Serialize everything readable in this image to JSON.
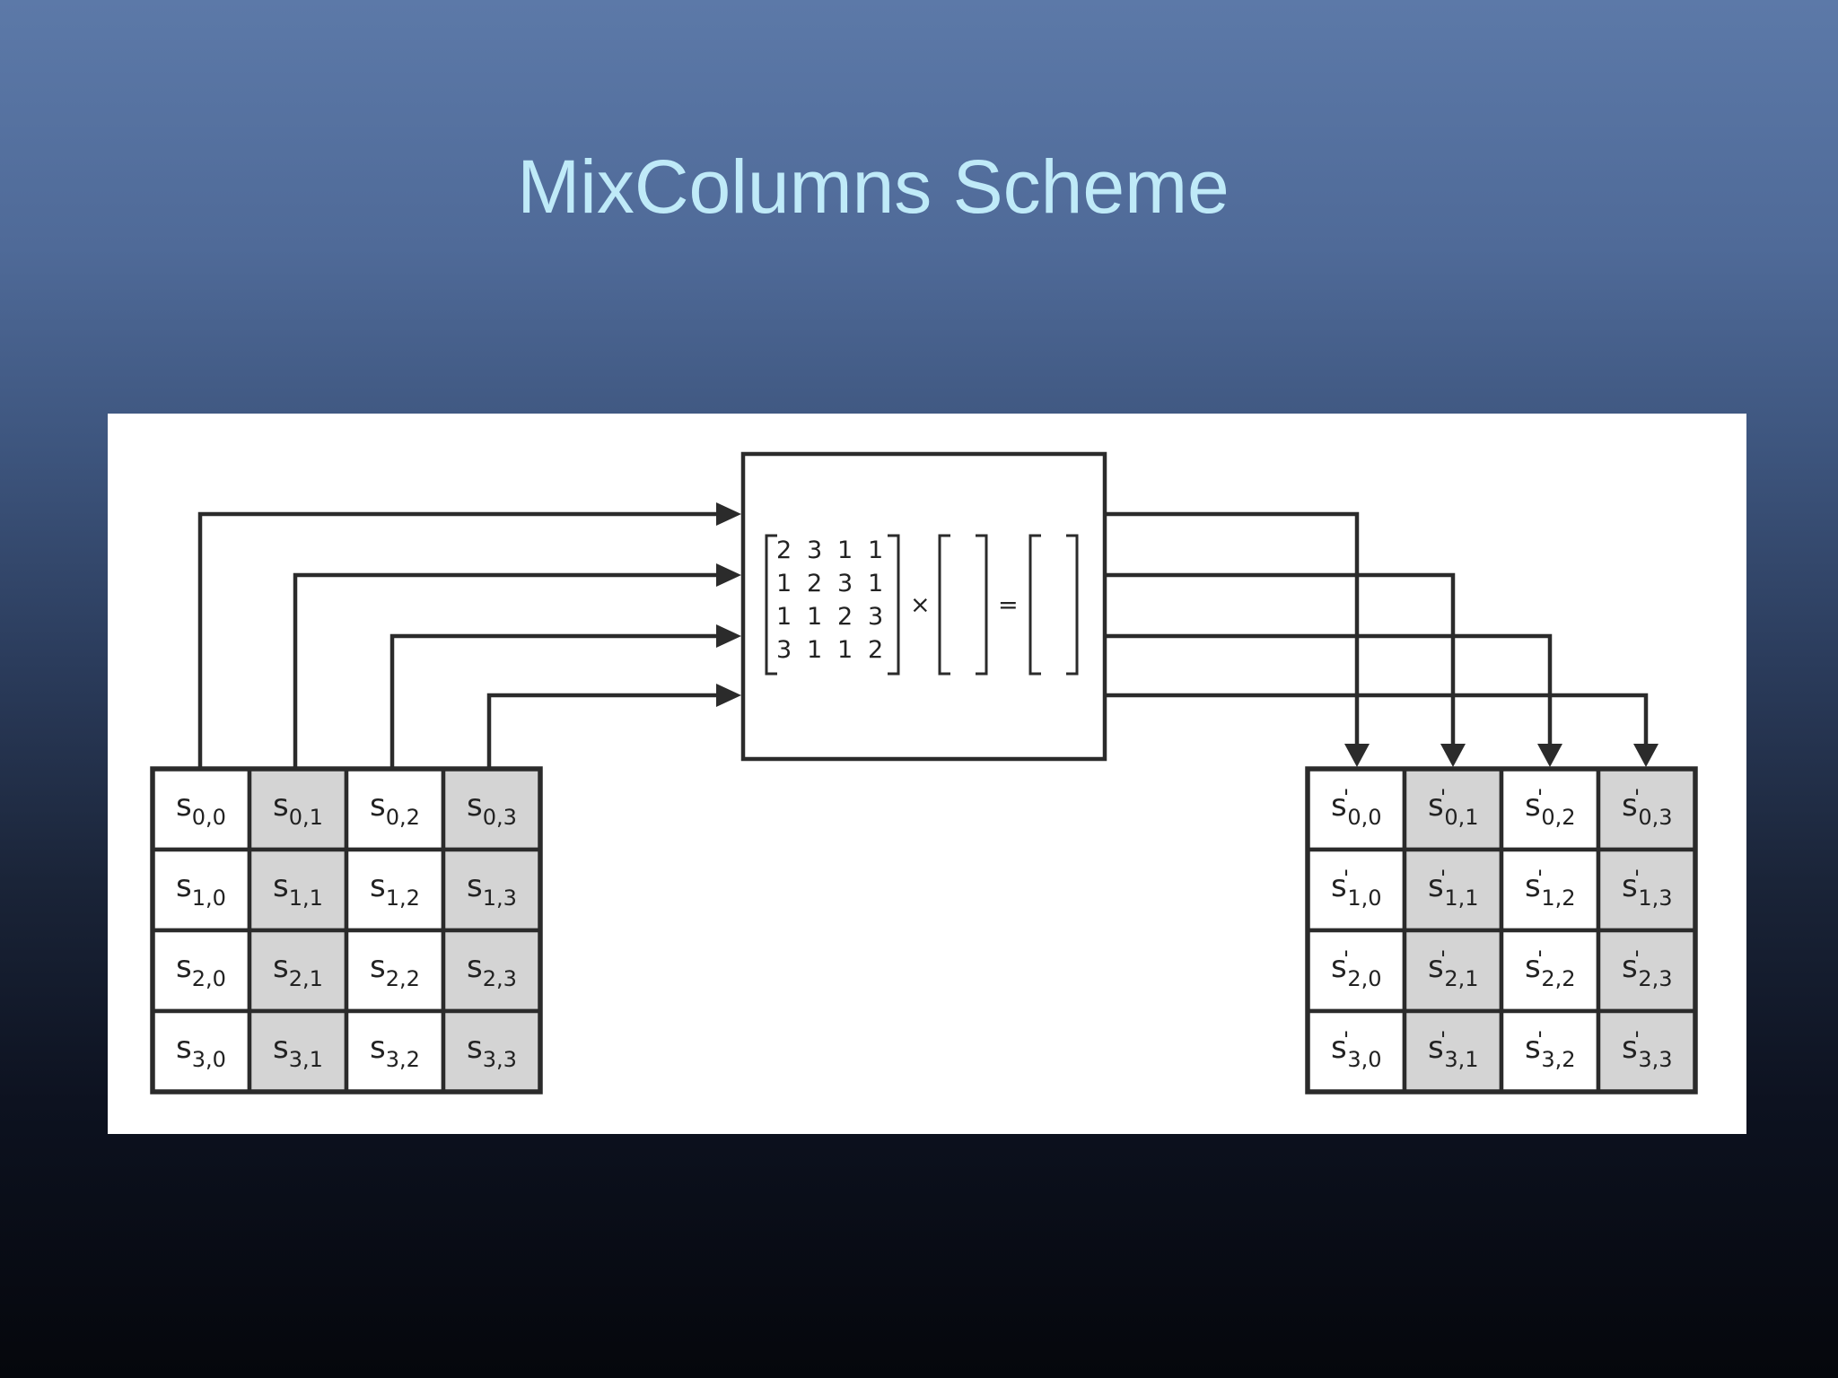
{
  "slide": {
    "title": "MixColumns Scheme"
  },
  "state_in": [
    [
      "0,0",
      "0,1",
      "0,2",
      "0,3"
    ],
    [
      "1,0",
      "1,1",
      "1,2",
      "1,3"
    ],
    [
      "2,0",
      "2,1",
      "2,2",
      "2,3"
    ],
    [
      "3,0",
      "3,1",
      "3,2",
      "3,3"
    ]
  ],
  "state_out": [
    [
      "0,0",
      "0,1",
      "0,2",
      "0,3"
    ],
    [
      "1,0",
      "1,1",
      "1,2",
      "1,3"
    ],
    [
      "2,0",
      "2,1",
      "2,2",
      "2,3"
    ],
    [
      "3,0",
      "3,1",
      "3,2",
      "3,3"
    ]
  ],
  "cell_symbol": "s",
  "prime_mark": "'",
  "matrix": [
    [
      "2",
      "3",
      "1",
      "1"
    ],
    [
      "1",
      "2",
      "3",
      "1"
    ],
    [
      "1",
      "1",
      "2",
      "3"
    ],
    [
      "3",
      "1",
      "1",
      "2"
    ]
  ],
  "operators": {
    "times": "×",
    "equals": "="
  },
  "colors": {
    "shaded": "#d4d4d4",
    "line": "#2b2b2b",
    "title": "#bfeaf8"
  }
}
